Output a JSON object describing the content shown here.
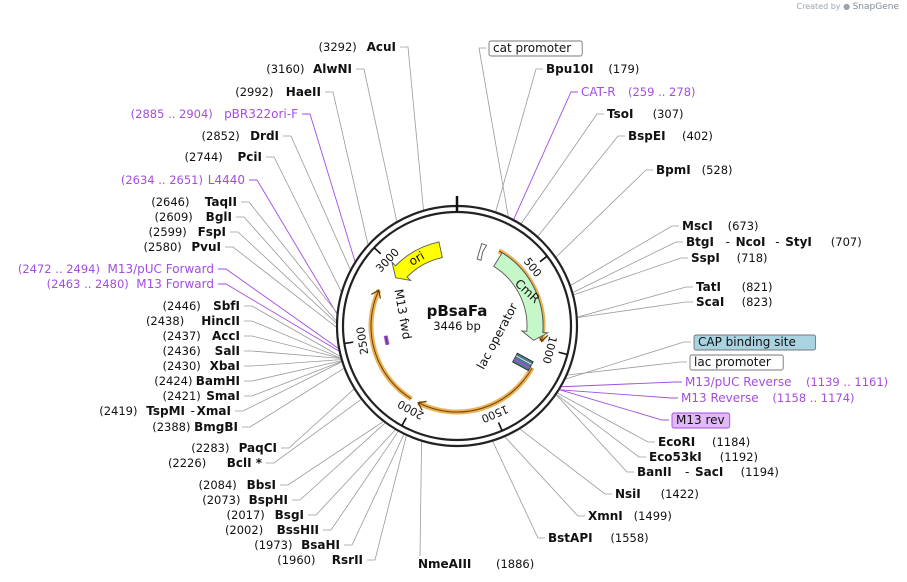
{
  "branding": {
    "prefix": "Created by",
    "brand": "SnapGene"
  },
  "plasmid": {
    "name": "pBsaFa",
    "length_label": "3446 bp",
    "length": 3446
  },
  "colors": {
    "backbone": "#222222",
    "ori": "#ffff00",
    "cmr": "#c5f7c9",
    "primer": "#a24ee0",
    "cap_site": "#a9d3e0",
    "promoter_box": "#ffffff",
    "orf_arc": "#e8a33a",
    "enzyme_text": "#111111"
  },
  "ticks": [
    {
      "value": 500,
      "label": "500"
    },
    {
      "value": 1000,
      "label": "1000"
    },
    {
      "value": 1500,
      "label": "1500"
    },
    {
      "value": 2000,
      "label": "2000"
    },
    {
      "value": 2500,
      "label": "2500"
    },
    {
      "value": 3000,
      "label": "3000"
    }
  ],
  "features": [
    {
      "name": "ori",
      "start": 2950,
      "end": 3330,
      "direction": "ccw",
      "color": "#ffff00"
    },
    {
      "name": "CmR",
      "start": 303,
      "end": 963,
      "direction": "cw",
      "color": "#c5f7c9"
    },
    {
      "name": "cat promoter",
      "start": 200,
      "end": 303,
      "direction": "cw",
      "color": "#ffffff"
    },
    {
      "name": "lac operator",
      "start": 1126,
      "end": 1142,
      "color": "#ffffff"
    },
    {
      "name": "M13 fwd",
      "start": 2463,
      "end": 2480,
      "color": "#a24ee0"
    },
    {
      "name": "M13 rev",
      "start": 1158,
      "end": 1174,
      "color": "#a24ee0"
    }
  ],
  "orfs": [
    {
      "start": 280,
      "end": 960
    },
    {
      "start": 1140,
      "end": 1980
    },
    {
      "start": 2030,
      "end": 2820
    }
  ],
  "left_labels": [
    {
      "pos": "(3292)",
      "name": "AcuI",
      "site": 3292
    },
    {
      "pos": "(3160)",
      "name": "AlwNI",
      "site": 3160
    },
    {
      "pos": "(2992)",
      "name": "HaeII",
      "site": 2992
    },
    {
      "pos": "(2885 .. 2904)",
      "name": "pBR322ori-F",
      "site": 2895,
      "purple": true
    },
    {
      "pos": "(2852)",
      "name": "DrdI",
      "site": 2852
    },
    {
      "pos": "(2744)",
      "name": "PciI",
      "site": 2744
    },
    {
      "pos": "(2634 .. 2651)",
      "name": "L4440",
      "site": 2642,
      "purple": true
    },
    {
      "pos": "(2646)",
      "name": "TaqII",
      "site": 2646
    },
    {
      "pos": "(2609)",
      "name": "BglI",
      "site": 2609
    },
    {
      "pos": "(2599)",
      "name": "FspI",
      "site": 2599
    },
    {
      "pos": "(2580)",
      "name": "PvuI",
      "site": 2580
    },
    {
      "pos": "(2472 .. 2494)",
      "name": "M13/pUC Forward",
      "site": 2483,
      "purple": true
    },
    {
      "pos": "(2463 .. 2480)",
      "name": "M13 Forward",
      "site": 2471,
      "purple": true
    },
    {
      "pos": "(2446)",
      "name": "SbfI",
      "site": 2446
    },
    {
      "pos": "(2438)",
      "name": "HincII",
      "site": 2438
    },
    {
      "pos": "(2437)",
      "name": "AccI",
      "site": 2437
    },
    {
      "pos": "(2436)",
      "name": "SalI",
      "site": 2436
    },
    {
      "pos": "(2430)",
      "name": "XbaI",
      "site": 2430
    },
    {
      "pos": "(2424)",
      "name": "BamHI",
      "site": 2424
    },
    {
      "pos": "(2421)",
      "name": "SmaI",
      "site": 2421
    },
    {
      "pos": "(2419)",
      "name": "TspMI",
      "extra": "XmaI",
      "site": 2419
    },
    {
      "pos": "(2388)",
      "name": "BmgBI",
      "site": 2388
    },
    {
      "pos": "(2283)",
      "name": "PaqCI",
      "site": 2283
    },
    {
      "pos": "(2226)",
      "name": "BclI *",
      "site": 2226
    },
    {
      "pos": "(2084)",
      "name": "BbsI",
      "site": 2084
    },
    {
      "pos": "(2073)",
      "name": "BspHI",
      "site": 2073
    },
    {
      "pos": "(2017)",
      "name": "BsgI",
      "site": 2017
    },
    {
      "pos": "(2002)",
      "name": "BssHII",
      "site": 2002
    },
    {
      "pos": "(1973)",
      "name": "BsaHI",
      "site": 1973
    },
    {
      "pos": "(1960)",
      "name": "RsrII",
      "site": 1960
    }
  ],
  "right_labels": [
    {
      "name": "cat promoter",
      "box": "white",
      "site": 240
    },
    {
      "name": "Bpu10I",
      "pos": "(179)",
      "site": 179
    },
    {
      "name": "CAT-R",
      "pos": "(259 .. 278)",
      "site": 268,
      "purple": true
    },
    {
      "name": "TsoI",
      "pos": "(307)",
      "site": 307
    },
    {
      "name": "BspEI",
      "pos": "(402)",
      "site": 402
    },
    {
      "name": "BpmI",
      "pos": "(528)",
      "site": 528
    },
    {
      "name": "MscI",
      "pos": "(673)",
      "site": 673
    },
    {
      "name": "BtgI",
      "extra1": "NcoI",
      "extra2": "StyI",
      "pos": "(707)",
      "site": 707
    },
    {
      "name": "SspI",
      "pos": "(718)",
      "site": 718
    },
    {
      "name": "TatI",
      "pos": "(821)",
      "site": 821
    },
    {
      "name": "ScaI",
      "pos": "(823)",
      "site": 823
    },
    {
      "name": "CAP binding site",
      "box": "blue",
      "site": 1110
    },
    {
      "name": "lac promoter",
      "box": "white",
      "site": 1090
    },
    {
      "name": "M13/pUC Reverse",
      "pos": "(1139 .. 1161)",
      "site": 1150,
      "purple": true
    },
    {
      "name": "M13 Reverse",
      "pos": "(1158 .. 1174)",
      "site": 1166,
      "purple": true
    },
    {
      "name": "M13 rev",
      "box": "purple",
      "site": 1166
    },
    {
      "name": "EcoRI",
      "pos": "(1184)",
      "site": 1184
    },
    {
      "name": "Eco53kI",
      "pos": "(1192)",
      "site": 1192
    },
    {
      "name": "BanII",
      "extra1": "SacI",
      "pos": "(1194)",
      "site": 1194
    },
    {
      "name": "NsiI",
      "pos": "(1422)",
      "site": 1422
    },
    {
      "name": "XmnI",
      "pos": "(1499)",
      "site": 1499
    },
    {
      "name": "BstAPI",
      "pos": "(1558)",
      "site": 1558
    }
  ],
  "bottom_label": {
    "name": "NmeAIII",
    "pos": "(1886)",
    "site": 1886
  }
}
